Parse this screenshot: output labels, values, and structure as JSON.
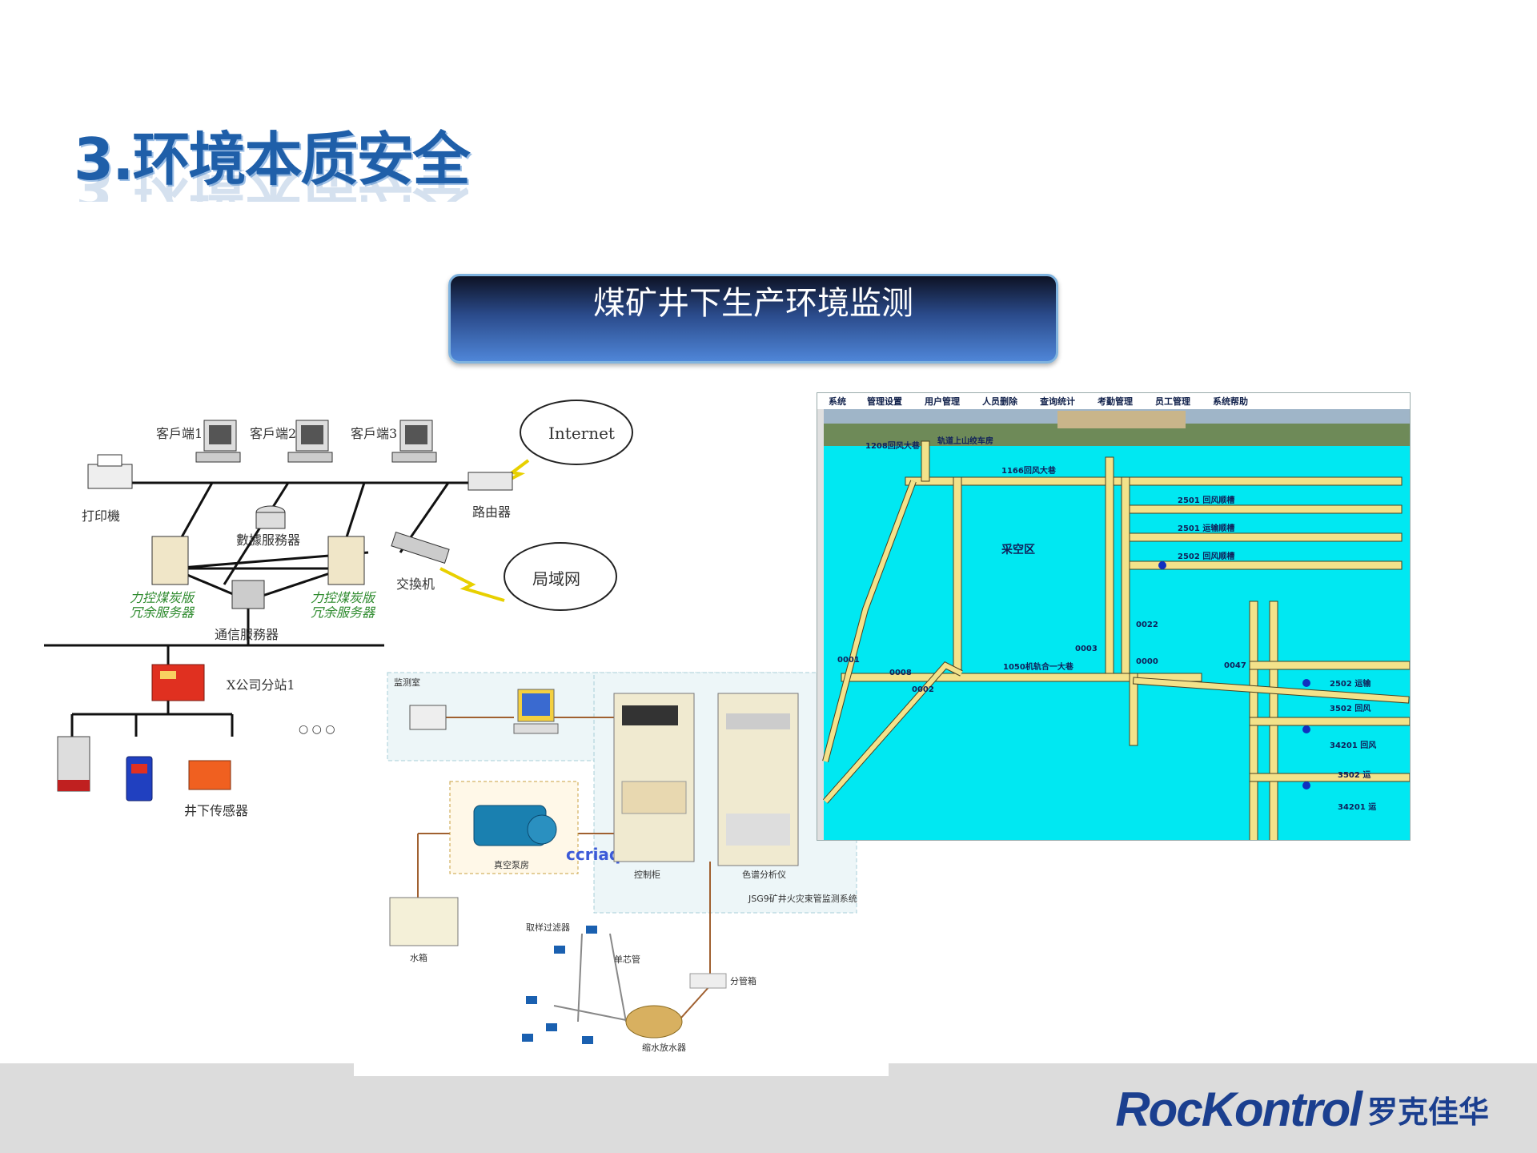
{
  "title": "3.环境本质安全",
  "banner": "煤矿井下生产环境监测",
  "network": {
    "clients": [
      "客戶端1",
      "客戶端2",
      "客戶端3"
    ],
    "internet": "Internet",
    "printer": "打印機",
    "router": "路由器",
    "db_server": "數據服務器",
    "switch": "交換机",
    "lan": "局域网",
    "redundant_server": "力控煤炭版\n冗余服务器",
    "comm_server": "通信服務器",
    "substation": "X公司分站1",
    "ellipsis": "○ ○ ○",
    "sensors": "井下传感器"
  },
  "gas_system": {
    "room": "监测室",
    "pump_room": "真空泵房",
    "watermark": "ccriaq.com",
    "control_cabinet": "控制柜",
    "chromatograph": "色谱分析仪",
    "system_name": "JSG9矿井火灾束管监测系统",
    "water_tank": "水箱",
    "filter": "取样过滤器",
    "single_tube": "单芯管",
    "splitter": "分管箱",
    "drain": "缩水放水器"
  },
  "mine_map": {
    "menu": [
      "系统",
      "管理设置",
      "用户管理",
      "人员删除",
      "查询统计",
      "考勤管理",
      "员工管理",
      "系统帮助"
    ],
    "labels": [
      "1208回风大巷",
      "轨道上山绞车房",
      "1166回风大巷",
      "采空区",
      "2501 回风顺槽",
      "2501 运输顺槽",
      "2502 回风顺槽",
      "0022",
      "0003",
      "0000",
      "0008",
      "0002",
      "0001",
      "0047",
      "2502 运输",
      "3502 回风",
      "34201 回风",
      "3502 运",
      "34201 运",
      "1050机轨合一大巷"
    ],
    "colors": {
      "background": "#00e8f2",
      "tunnel": "#f3e28a"
    }
  },
  "logo": {
    "en": "RocKontrol",
    "cn": "罗克佳华"
  }
}
